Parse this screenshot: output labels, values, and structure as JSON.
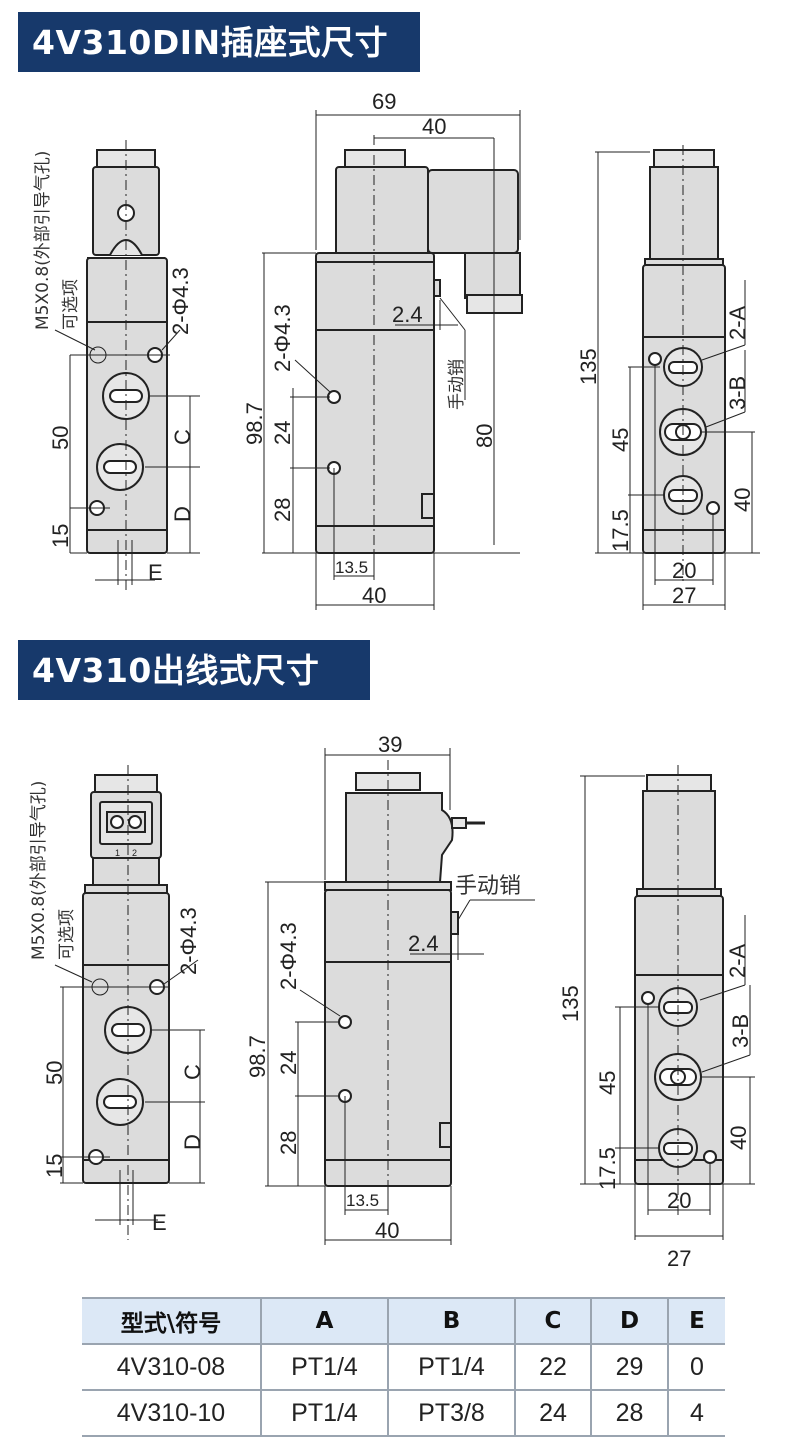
{
  "sections": [
    {
      "title": "4V310DIN插座式尺寸",
      "front_view": {
        "labels": {
          "port_note": "M5X0.8(外部引导气孔)",
          "optional": "可选项",
          "mount_holes": "2-Φ4.3",
          "dim_50": "50",
          "dim_15": "15",
          "dim_C": "C",
          "dim_D": "D",
          "dim_E": "E"
        }
      },
      "side_view": {
        "labels": {
          "overall_width": "69",
          "connector_offset": "40",
          "mount_holes": "2-Φ4.3",
          "height": "98.7",
          "dim_24": "24",
          "dim_28": "28",
          "manual_pin": "手动销",
          "dim_2_4": "2.4",
          "dim_80": "80",
          "dim_13_5": "13.5",
          "body_width": "40"
        }
      },
      "rear_view": {
        "labels": {
          "total_height": "135",
          "port_A": "2-A",
          "port_B": "3-B",
          "dim_45": "45",
          "dim_17_5": "17.5",
          "dim_40": "40",
          "dim_20": "20",
          "dim_27": "27"
        }
      }
    },
    {
      "title": "4V310出线式尺寸",
      "front_view": {
        "labels": {
          "port_note": "M5X0.8(外部引导气孔)",
          "optional": "可选项",
          "mount_holes": "2-Φ4.3",
          "dim_50": "50",
          "dim_15": "15",
          "dim_C": "C",
          "dim_D": "D",
          "dim_E": "E",
          "terminal_1": "1",
          "terminal_2": "2"
        }
      },
      "side_view": {
        "labels": {
          "overall_width": "39",
          "mount_holes": "2-Φ4.3",
          "height": "98.7",
          "dim_24": "24",
          "dim_28": "28",
          "manual_pin": "手动销",
          "dim_2_4": "2.4",
          "dim_13_5": "13.5",
          "body_width": "40"
        }
      },
      "rear_view": {
        "labels": {
          "total_height": "135",
          "port_A": "2-A",
          "port_B": "3-B",
          "dim_45": "45",
          "dim_17_5": "17.5",
          "dim_40": "40",
          "dim_20": "20",
          "dim_27": "27"
        }
      }
    }
  ],
  "spec_table": {
    "headers": [
      "型式\\符号",
      "A",
      "B",
      "C",
      "D",
      "E"
    ],
    "rows": [
      [
        "4V310-08",
        "PT1/4",
        "PT1/4",
        "22",
        "29",
        "0"
      ],
      [
        "4V310-10",
        "PT1/4",
        "PT3/8",
        "24",
        "28",
        "4"
      ]
    ]
  },
  "colors": {
    "banner_bg": "#17396b",
    "banner_text": "#ffffff",
    "body_fill": "#dcdcdc",
    "table_header_bg": "#dce8f6",
    "grid": "#9aa4b0"
  }
}
